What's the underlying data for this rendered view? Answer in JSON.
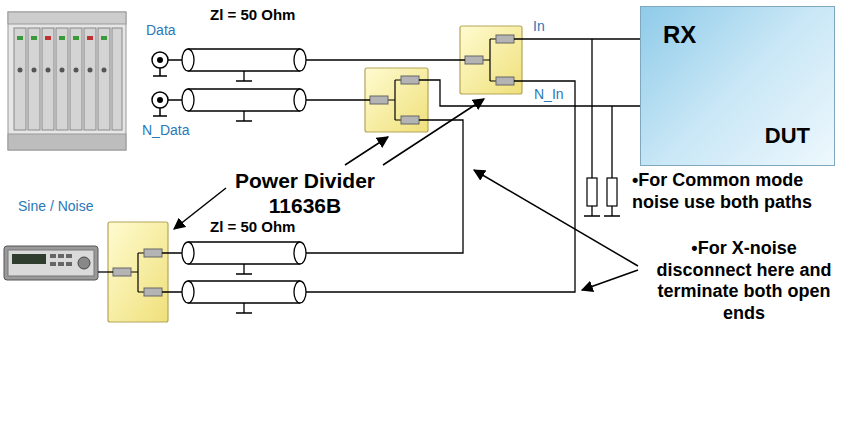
{
  "diagram": {
    "nodes": [
      {
        "text": [
          "RX",
          "DUT"
        ]
      }
    ],
    "labels": [
      "Data",
      "Zl = 50 Ohm",
      "N_Data",
      "In",
      "N_In",
      "Power Divider 11636B",
      "•For Common mode noise use both paths",
      "Sine / Noise",
      "Zl = 50 Ohm",
      "•For X-noise disconnect here and terminate both open ends"
    ]
  }
}
